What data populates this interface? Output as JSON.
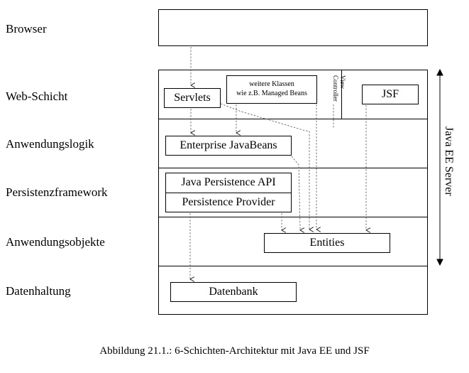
{
  "layers": [
    {
      "id": "browser",
      "label": "Browser"
    },
    {
      "id": "web",
      "label": "Web-Schicht"
    },
    {
      "id": "logic",
      "label": "Anwendungslogik"
    },
    {
      "id": "persistence",
      "label": "Persistenzframework"
    },
    {
      "id": "objects",
      "label": "Anwendungsobjekte"
    },
    {
      "id": "storage",
      "label": "Datenhaltung"
    }
  ],
  "components": {
    "servlets": "Servlets",
    "further_classes_line1": "weitere Klassen",
    "further_classes_line2": "wie z.B. Managed Beans",
    "view": "View",
    "controller": "Controller",
    "jsf": "JSF",
    "ejb": "Enterprise JavaBeans",
    "jpa": "Java Persistence API",
    "provider": "Persistence Provider",
    "entities": "Entities",
    "database": "Datenbank"
  },
  "server_label": "Java EE Server",
  "caption": "Abbildung 21.1.: 6-Schichten-Architektur mit Java EE und JSF"
}
